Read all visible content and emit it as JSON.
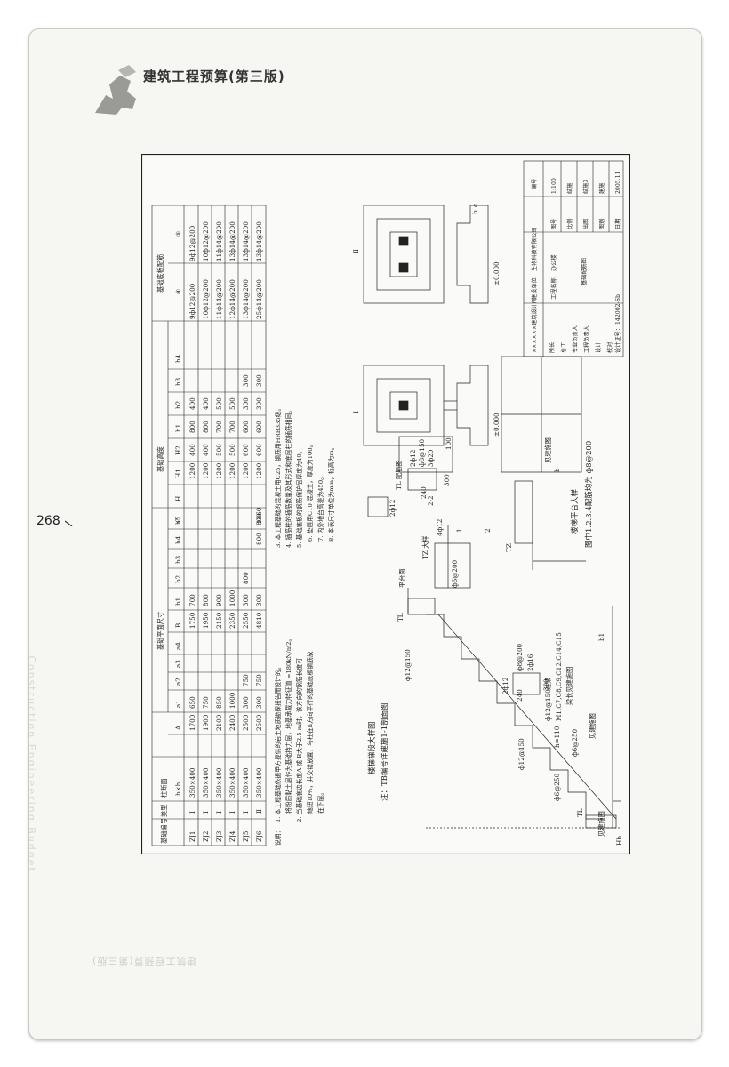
{
  "header": {
    "book_title": "建筑工程预算(第三版)",
    "page_number": "268"
  },
  "ghost": {
    "spine": "Construction Engineering Budget",
    "footer": "建筑工程预算(第三版)"
  },
  "table": {
    "headers": {
      "id": "基础编号",
      "type": "类型",
      "col_section": "柱断面",
      "col_section_unit": "b×h",
      "plane": "基础平面尺寸",
      "height": "基础高度",
      "rebar": "基础底板配筋",
      "rebar_4": "④",
      "rebar_5": "⑤"
    },
    "plane_cols": [
      "A",
      "a1",
      "a2",
      "a3",
      "a4",
      "B",
      "b1",
      "b2",
      "b3",
      "b4",
      "b5",
      "C"
    ],
    "height_cols": [
      "H",
      "H1",
      "H2",
      "h1",
      "h2",
      "h3",
      "h4"
    ],
    "rows": [
      {
        "id": "ZJ1",
        "type": "Ⅰ",
        "col": "350×400",
        "A": "1700",
        "a1": "650",
        "B": "1750",
        "b1": "700",
        "H1": "1200",
        "H2": "400",
        "h1": "800",
        "h2": "400",
        "r4": "9ф12@200",
        "r5": "9ф12@200"
      },
      {
        "id": "ZJ2",
        "type": "Ⅰ",
        "col": "350×400",
        "A": "1900",
        "a1": "750",
        "B": "1950",
        "b1": "800",
        "H1": "1200",
        "H2": "400",
        "h1": "800",
        "h2": "400",
        "r4": "10ф12@200",
        "r5": "10ф12@200"
      },
      {
        "id": "ZJ3",
        "type": "Ⅰ",
        "col": "350×400",
        "A": "2100",
        "a1": "850",
        "B": "2150",
        "b1": "900",
        "H1": "1200",
        "H2": "500",
        "h1": "700",
        "h2": "500",
        "r4": "11ф14@200",
        "r5": "11ф14@200"
      },
      {
        "id": "ZJ4",
        "type": "Ⅰ",
        "col": "350×400",
        "A": "2400",
        "a1": "1000",
        "B": "2350",
        "b1": "1000",
        "H1": "1200",
        "H2": "500",
        "h1": "700",
        "h2": "500",
        "r4": "12ф14@200",
        "r5": "13ф14@200"
      },
      {
        "id": "ZJ5",
        "type": "Ⅰ",
        "col": "350×400",
        "A": "2500",
        "a1": "300",
        "a2": "750",
        "B": "2550",
        "b1": "300",
        "b2": "800",
        "H1": "1200",
        "H2": "600",
        "h1": "600",
        "h2": "300",
        "h3": "300",
        "r4": "13ф14@200",
        "r5": "13ф14@200"
      },
      {
        "id": "ZJ6",
        "type": "Ⅱ",
        "col": "350×400",
        "A": "2500",
        "a1": "300",
        "a2": "750",
        "B": "4810",
        "b1": "300",
        "b4": "800",
        "b5": "800",
        "C": "1860",
        "H1": "1200",
        "H2": "600",
        "h1": "600",
        "h2": "300",
        "h3": "300",
        "r4": "25ф14@200",
        "r5": "13ф14@200"
      }
    ]
  },
  "notes": {
    "label": "说明：",
    "items": [
      "1. 本工程基础依据甲方提供的岩土地质勘探报告而设计的。",
      "将粉质黏土层作为基础持力层，地基承载力特征值 =180kN/m2。",
      "2. 当基础底边长度A 或 B大于2.5 m时，该方向的钢筋长度可",
      "缩短10%，并交错放置，与柱在h方向平行的基础底板钢筋放",
      "在下层。",
      "3. 本工程基础的混凝土用C25，钢筋用HRB335级。",
      "4. 插筋柱的插筋数量及其形式和底层柱的插筋相同。",
      "5. 基础底板的钢筋保护层厚度为40。",
      "6. 垫层用C10 混凝土，厚度为100。",
      "7. 内外地台高差为450。",
      "8. 本表尺寸单位为mm，标高为m。"
    ]
  },
  "details": {
    "type1_label": "Ⅰ",
    "type2_label": "Ⅱ",
    "elev_1": "±0.000",
    "elev_2": "±0.000",
    "dim_100": "100",
    "tl_title": "TL 配筋图",
    "tl_top": "2ф12",
    "tl_stirrup": "ф8@150",
    "tl_bottom": "3ф20",
    "tl_w": "240",
    "tl_h": "300",
    "pt_title": "楼梯平台大样",
    "pt_note": "图中1.2.3.4配筋均为 ф8@200",
    "tz_title": "TZ 大样",
    "tz_1": "1",
    "tz_2": "2",
    "tz_22": "2-2",
    "tz_rebar": "4ф12",
    "tz_tie": "ф6@200",
    "tz_rebar2": "2ф12",
    "pingtai": "平台面",
    "jian_jianshi": "见建施图",
    "tb_title": "楼梯梯段大样图",
    "tb_note": "注：TB编号详建施1-1剖面图",
    "r_12_150": "ф12@150",
    "r_12_150b": "ф12@150",
    "r_12_150c": "ф12@150",
    "r_6_250": "ф6@250",
    "r_6_250b": "ф6@250",
    "h110": "h=110",
    "tl": "TL",
    "tl2": "TL",
    "tz": "TZ",
    "b1": "b1",
    "hb": "Hb",
    "jian2": "见建施图",
    "gl_2f12": "2ф12",
    "gl_8": "ф8@200",
    "gl_2f16": "2ф16",
    "gl_label": "过梁",
    "gl_list": "M1,C7,C8,C9,C12,C14,C15",
    "gl_note": "梁长见建施图",
    "gl_w": "240",
    "gl_h": "300",
    "b_lbl": "b",
    "c_lbl": "c"
  },
  "titleblock": {
    "company": "××××××建筑设计所",
    "client_label": "建设单位",
    "client": "生物科技有限公司",
    "project_label": "工程名称",
    "project": "办公楼",
    "drawing": "基础配筋图",
    "no_label": "编号",
    "roles": [
      "所长",
      "总工",
      "专业负责人",
      "工程负责人",
      "设计",
      "校对",
      "设计证号：",
      "142002-Sb"
    ],
    "right_labels": [
      "图号",
      "比例",
      "出图",
      "图别",
      "日期"
    ],
    "right_values": [
      "1:100",
      "结施",
      "结施3",
      "建施",
      "2005.11"
    ]
  }
}
